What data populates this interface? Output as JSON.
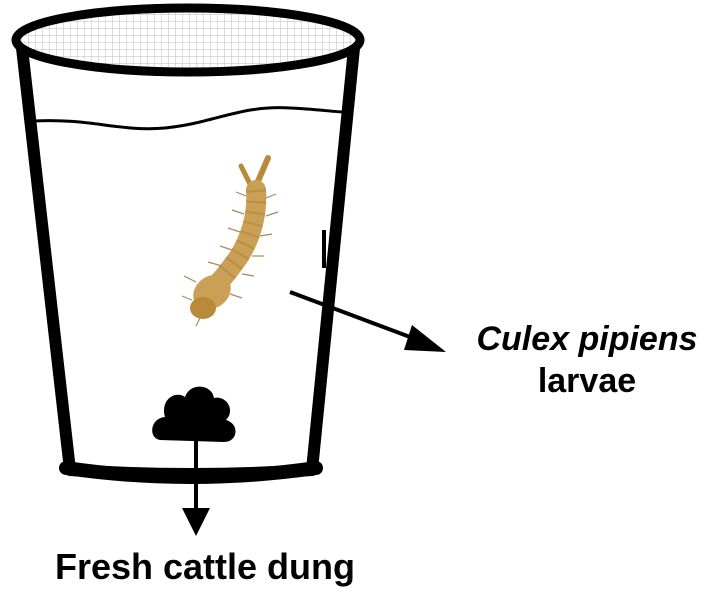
{
  "labels": {
    "larvae_species": "Culex pipiens",
    "larvae_stage": "larvae",
    "dung": "Fresh cattle dung"
  },
  "colors": {
    "outline": "#000000",
    "larva_body": "#c9a055",
    "larva_head": "#b88a3a",
    "mesh": "#d0d0d0",
    "background": "#ffffff"
  }
}
